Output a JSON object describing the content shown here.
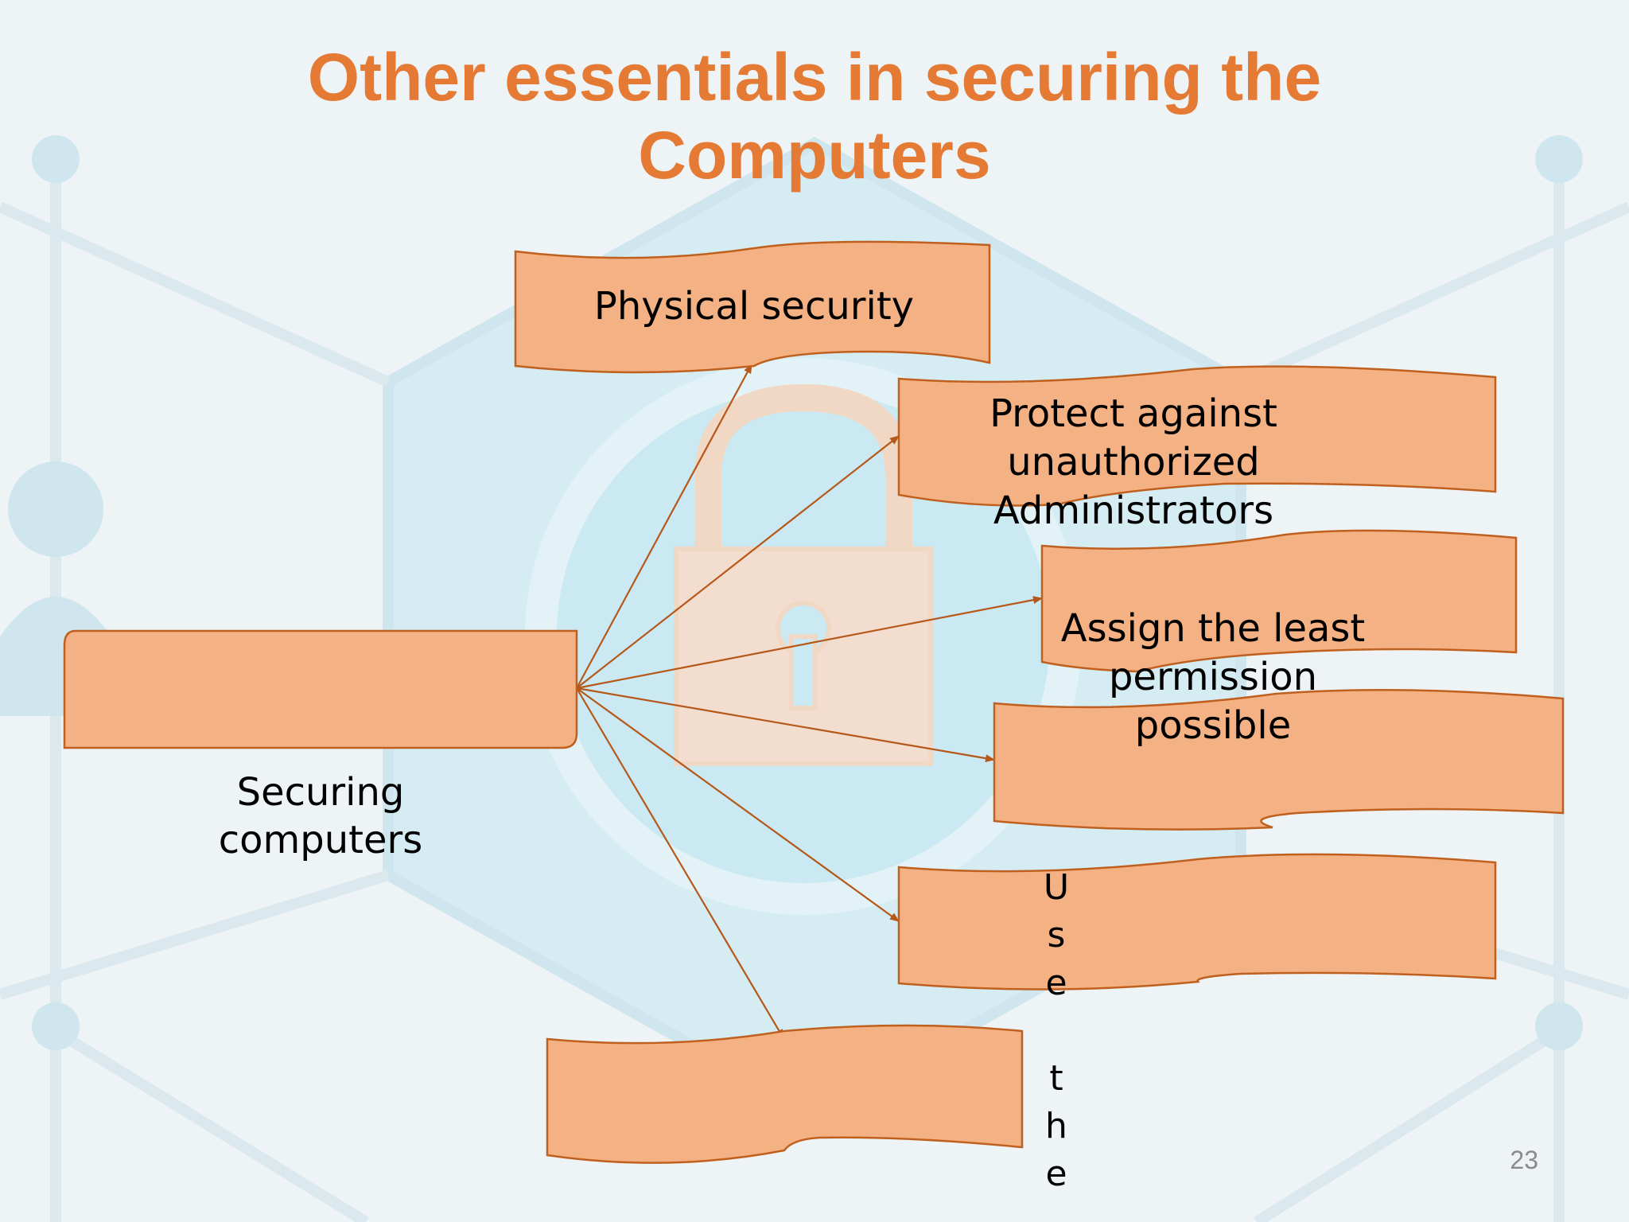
{
  "slide": {
    "title_line1": "Other essentials in securing the",
    "title_line2": "Computers",
    "page_number": "23"
  },
  "diagram": {
    "center_node": {
      "label_line1": "Securing",
      "label_line2": "computers"
    },
    "nodes": [
      {
        "id": "physical-security",
        "label_lines": [
          "Physical security"
        ]
      },
      {
        "id": "protect-admins",
        "label_lines": [
          "Protect against",
          "unauthorized",
          "Administrators"
        ]
      },
      {
        "id": "least-permission",
        "label_lines": [
          "Assign the least",
          "permission",
          "possible"
        ]
      },
      {
        "id": "empty-node-1",
        "label_lines": []
      },
      {
        "id": "use-the",
        "vertical_chars": [
          "U",
          "s",
          "e",
          "",
          "t",
          "h",
          "e"
        ]
      },
      {
        "id": "empty-node-2",
        "label_lines": []
      }
    ]
  },
  "colors": {
    "title": "#e57a35",
    "node_fill": "#f4b183",
    "node_stroke": "#c0601e",
    "arrow": "#b5581a",
    "page_number": "#8a8a8a"
  }
}
